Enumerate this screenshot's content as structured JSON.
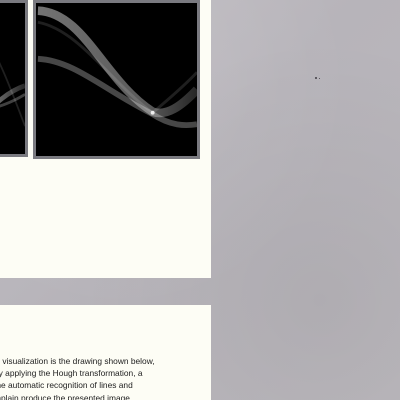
{
  "caption": {
    "lines": [
      "is visualization is the drawing shown below,",
      "by applying the Hough transformation, a",
      "the automatic recognition of lines and",
      "mplain produce the presented image"
    ]
  }
}
